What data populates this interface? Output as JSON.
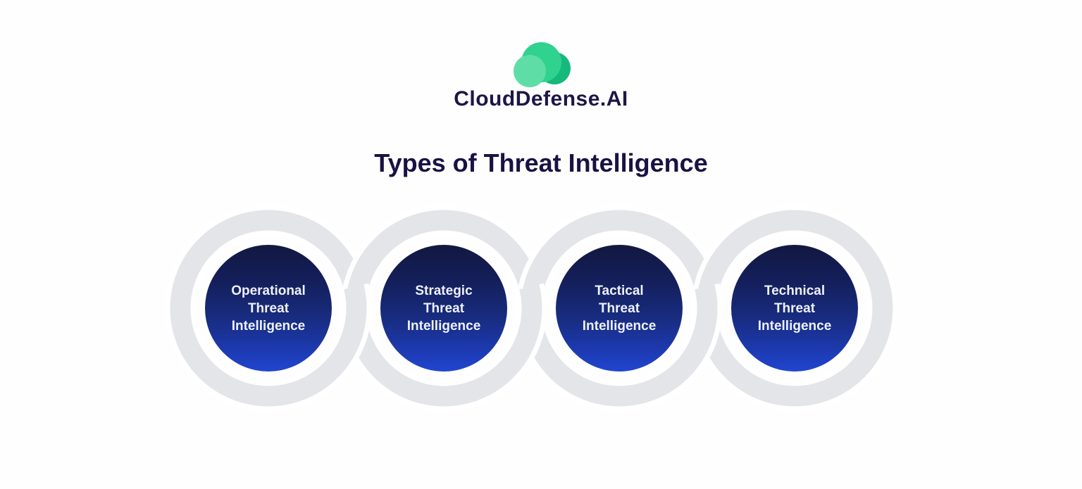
{
  "logo": {
    "brand_text": "CloudDefense.AI"
  },
  "title": {
    "text": "Types of Threat Intelligence"
  },
  "diagram": {
    "items": [
      {
        "label": "Operational\nThreat\nIntelligence"
      },
      {
        "label": "Strategic\nThreat\nIntelligence"
      },
      {
        "label": "Tactical\nThreat\nIntelligence"
      },
      {
        "label": "Technical\nThreat\nIntelligence"
      }
    ]
  },
  "theme": {
    "--page-bg": "#fefefe",
    "--logo-back": "#14b97b",
    "--logo-main": "#2fd28e",
    "--logo-front": "#5edda7",
    "--logo-text-color": "#1e1547",
    "--title-color": "#1a1243",
    "--ring-color": "#e3e5e9",
    "--node-top": "#121840",
    "--node-upper": "#141f5c",
    "--node-mid": "#182d83",
    "--node-lower": "#1d3bb4",
    "--node-bottom": "#2045cf",
    "--node-text": "#eef1f8"
  }
}
